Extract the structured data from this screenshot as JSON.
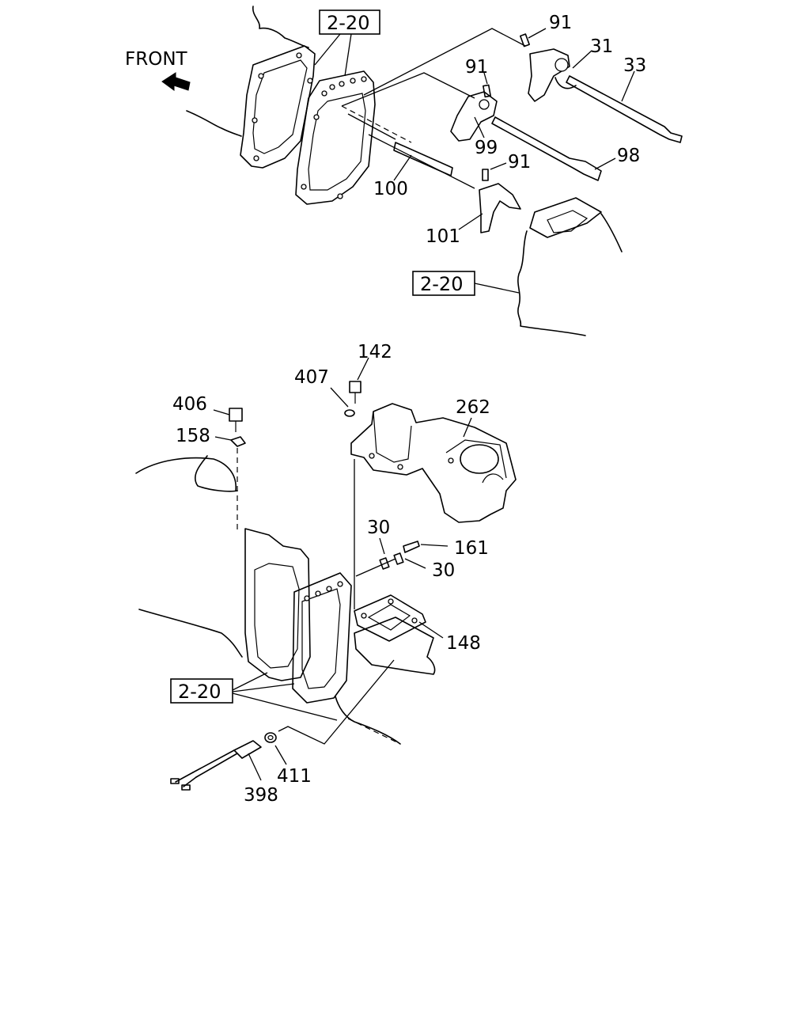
{
  "orientation": {
    "label": "FRONT"
  },
  "refs": {
    "top_gasket": "2-20",
    "top_right_case": "2-20",
    "bottom_case": "2-20"
  },
  "parts": {
    "p91a": "91",
    "p31": "31",
    "p33": "33",
    "p91b": "91",
    "p99": "99",
    "p98": "98",
    "p91c": "91",
    "p100": "100",
    "p101": "101",
    "p142": "142",
    "p407": "407",
    "p406": "406",
    "p158": "158",
    "p262": "262",
    "p30a": "30",
    "p161": "161",
    "p30b": "30",
    "p148": "148",
    "p411": "411",
    "p398": "398"
  }
}
